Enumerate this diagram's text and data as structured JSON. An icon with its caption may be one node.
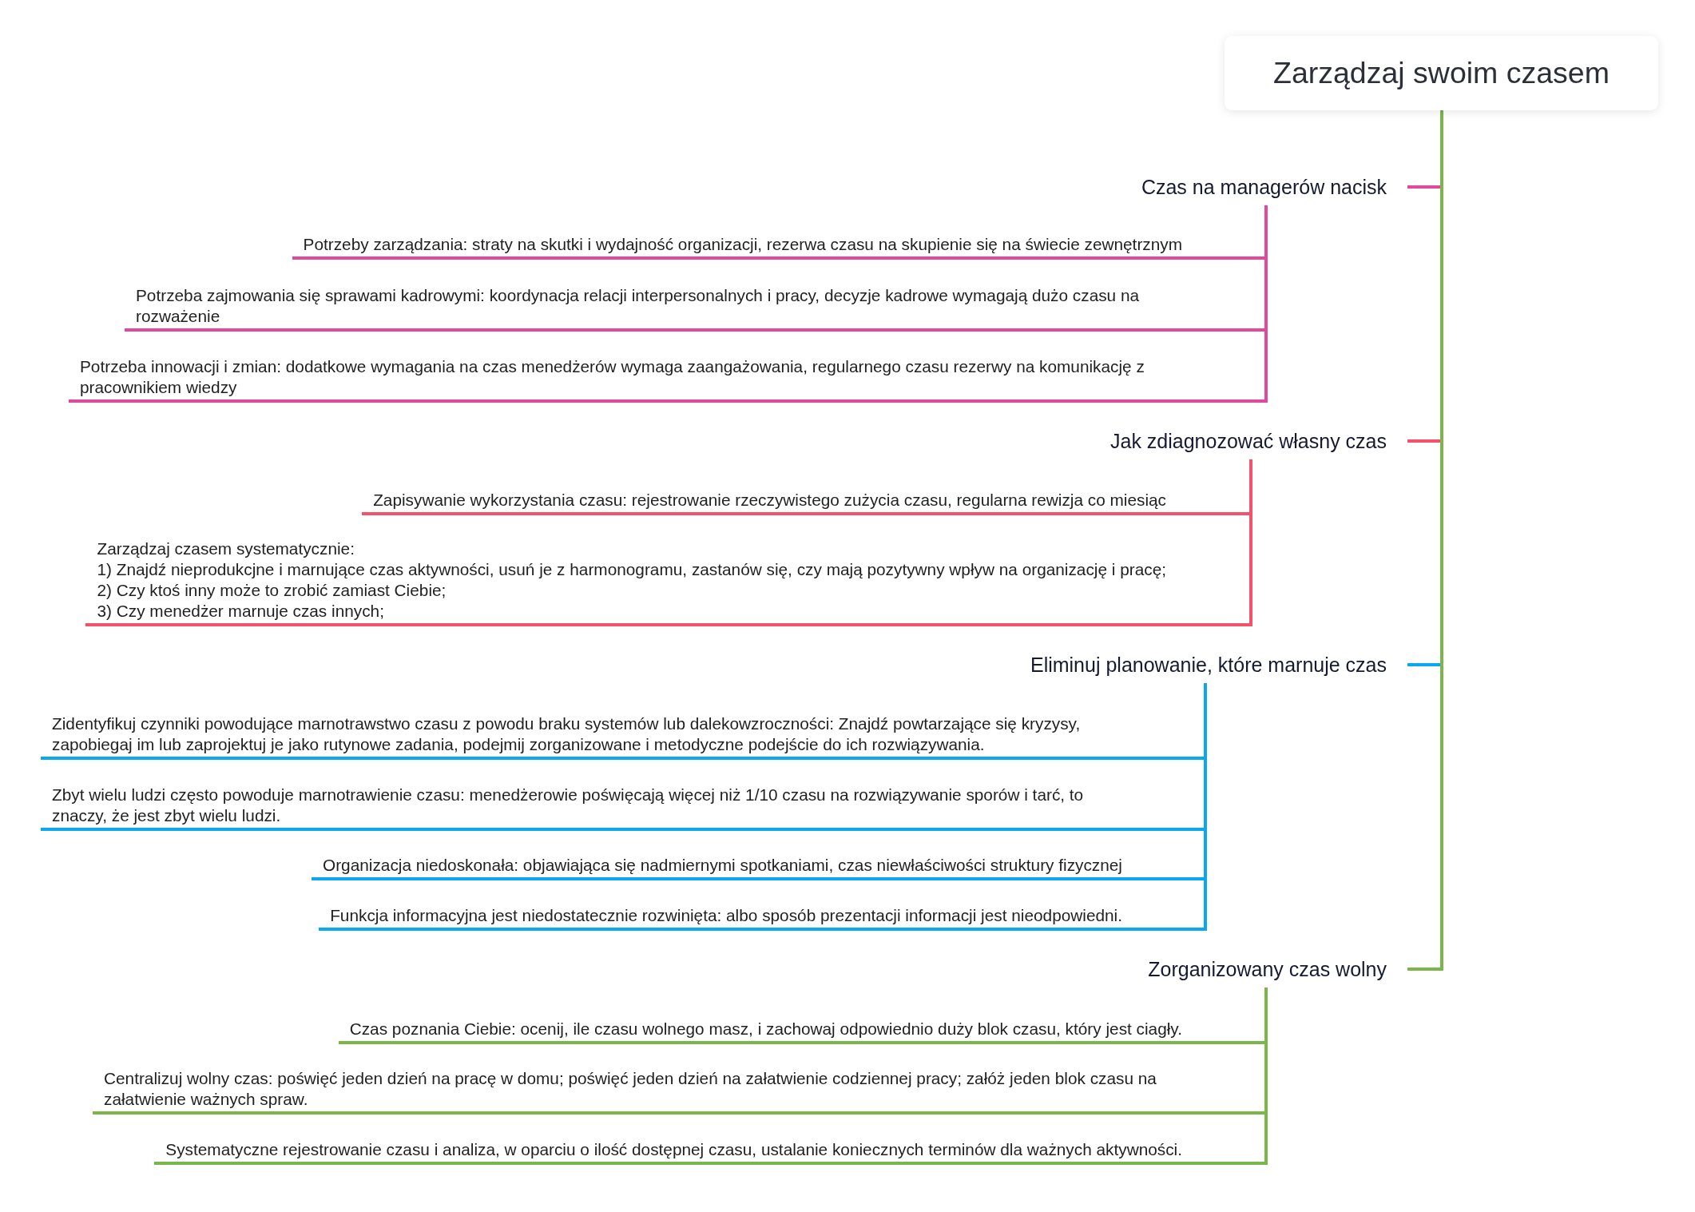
{
  "diagram": {
    "nodes": [
      {
        "text": [
          "Zarządzaj swoim czasem"
        ]
      },
      {
        "text": [
          "Czas na managerów nacisk"
        ]
      },
      {
        "text": [
          "Potrzeby zarządzania: straty na skutki i wydajność organizacji, rezerwa czasu na skupienie się na świecie zewnętrznym"
        ]
      },
      {
        "text": [
          "Potrzeba zajmowania się sprawami kadrowymi: koordynacja relacji interpersonalnych i pracy, decyzje kadrowe wymagają dużo czasu na rozważenie"
        ]
      },
      {
        "text": [
          "Potrzeba innowacji i zmian: dodatkowe wymagania na czas menedżerów wymaga zaangażowania, regularnego czasu rezerwy na komunikację z pracownikiem wiedzy"
        ]
      },
      {
        "text": [
          "Jak zdiagnozować własny czas"
        ]
      },
      {
        "text": [
          "Zapisywanie wykorzystania czasu: rejestrowanie rzeczywistego zużycia czasu, regularna rewizja co miesiąc"
        ]
      },
      {
        "text": [
          "Zarządzaj czasem systematycznie:",
          "1) Znajdź nieprodukcjne i marnujące czas aktywności, usuń je z harmonogramu, zastanów się, czy mają pozytywny wpływ na organizację i pracę;",
          "2) Czy ktoś inny może to zrobić zamiast Ciebie;",
          "3) Czy menedżer marnuje czas innych;"
        ]
      },
      {
        "text": [
          "Eliminuj planowanie, które marnuje czas"
        ]
      },
      {
        "text": [
          "Zidentyfikuj czynniki powodujące marnotrawstwo czasu z powodu braku systemów lub dalekowzroczności: Znajdź powtarzające się kryzysy, zapobiegaj im lub zaprojektuj je jako rutynowe zadania, podejmij zorganizowane i metodyczne podejście do ich rozwiązywania."
        ]
      },
      {
        "text": [
          "Zbyt wielu ludzi często powoduje marnotrawienie czasu: menedżerowie poświęcają więcej niż 1/10 czasu na rozwiązywanie sporów i tarć, to znaczy, że jest zbyt wielu ludzi."
        ]
      },
      {
        "text": [
          "Organizacja niedoskonała: objawiająca się nadmiernymi spotkaniami, czas niewłaściwości struktury fizycznej"
        ]
      },
      {
        "text": [
          "Funkcja informacyjna jest niedostatecznie rozwinięta: albo sposób prezentacji informacji jest nieodpowiedni."
        ]
      },
      {
        "text": [
          "Zorganizowany czas wolny"
        ]
      },
      {
        "text": [
          "Czas poznania Ciebie: ocenij, ile czasu wolnego masz, i zachowaj odpowiednio duży blok czasu, który jest ciagły."
        ]
      },
      {
        "text": [
          "Centralizuj wolny czas: poświęć jeden dzień na pracę w domu; poświęć jeden dzień na załatwienie codziennej pracy; załóż jeden blok czasu na załatwienie ważnych spraw."
        ]
      },
      {
        "text": [
          "Systematyczne rejestrowanie czasu i analiza, w oparciu o ilość dostępnej czasu, ustalanie koniecznych terminów dla ważnych aktywności."
        ]
      }
    ],
    "edges": [
      {
        "from": 0,
        "to": 1,
        "arrow": "none"
      },
      {
        "from": 0,
        "to": 5,
        "arrow": "none"
      },
      {
        "from": 0,
        "to": 8,
        "arrow": "none"
      },
      {
        "from": 0,
        "to": 13,
        "arrow": "none"
      },
      {
        "from": 1,
        "to": 2,
        "arrow": "none",
        "color": "#e2489e"
      },
      {
        "from": 1,
        "to": 3,
        "arrow": "none",
        "color": "#e2489e"
      },
      {
        "from": 1,
        "to": 4,
        "arrow": "none",
        "color": "#e2489e"
      },
      {
        "from": 5,
        "to": 6,
        "arrow": "none",
        "color": "#f3526a"
      },
      {
        "from": 5,
        "to": 7,
        "arrow": "none",
        "color": "#f3526a"
      },
      {
        "from": 8,
        "to": 9,
        "arrow": "none",
        "color": "#0ba8ef"
      },
      {
        "from": 8,
        "to": 10,
        "arrow": "none",
        "color": "#0ba8ef"
      },
      {
        "from": 8,
        "to": 11,
        "arrow": "none",
        "color": "#0ba8ef"
      },
      {
        "from": 8,
        "to": 12,
        "arrow": "none",
        "color": "#0ba8ef"
      },
      {
        "from": 13,
        "to": 14,
        "arrow": "none"
      },
      {
        "from": 13,
        "to": 15,
        "arrow": "none"
      },
      {
        "from": 13,
        "to": 16,
        "arrow": "none"
      }
    ]
  }
}
